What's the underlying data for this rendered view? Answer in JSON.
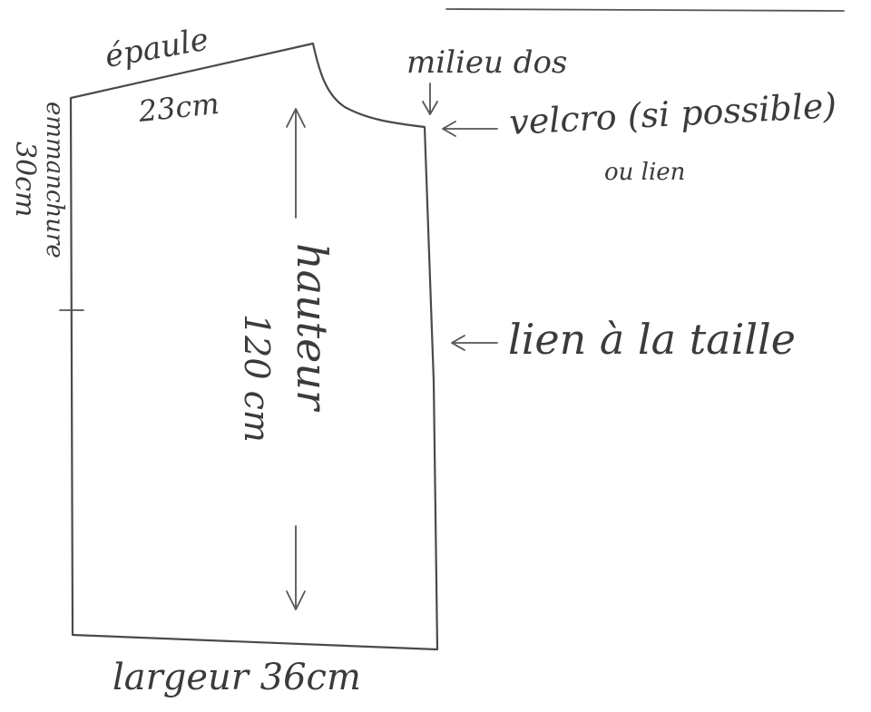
{
  "labels": {
    "shoulder": "épaule",
    "shoulder_measure": "23cm",
    "armhole": "emmanchure",
    "armhole_measure": "30cm",
    "height": "hauteur",
    "height_measure": "120 cm",
    "width": "largeur 36cm",
    "center_back": "milieu dos",
    "velcro": "velcro (si possible)",
    "or_tie": "ou lien",
    "waist_tie": "lien à la taille"
  },
  "colors": {
    "ink": "#3b3b3b",
    "paper": "#ffffff"
  }
}
